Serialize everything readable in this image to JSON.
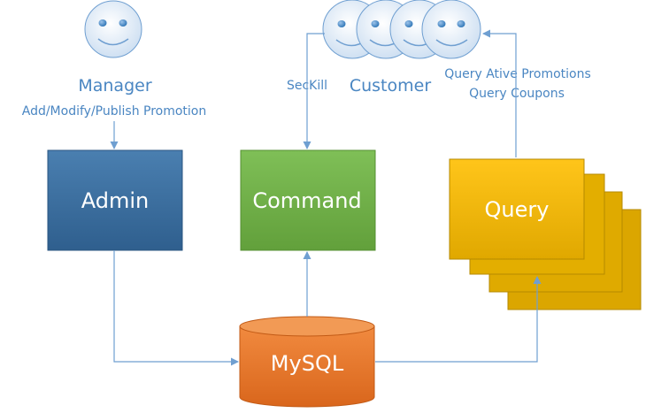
{
  "actors": {
    "manager": {
      "label": "Manager",
      "action": "Add/Modify/Publish Promotion"
    },
    "customer": {
      "label": "Customer",
      "seckill": "SecKill",
      "query_lines": [
        "Query Ative Promotions",
        "Query Coupons"
      ]
    }
  },
  "components": {
    "admin": {
      "label": "Admin",
      "color": "#41719c"
    },
    "command": {
      "label": "Command",
      "color": "#70ad47"
    },
    "query": {
      "label": "Query",
      "color": "#ffc000"
    },
    "mysql": {
      "label": "MySQL",
      "color": "#ed7d31"
    }
  },
  "colors": {
    "arrow": "#6f9fd1",
    "face": "#deebf7",
    "eye": "#2e75b6"
  }
}
